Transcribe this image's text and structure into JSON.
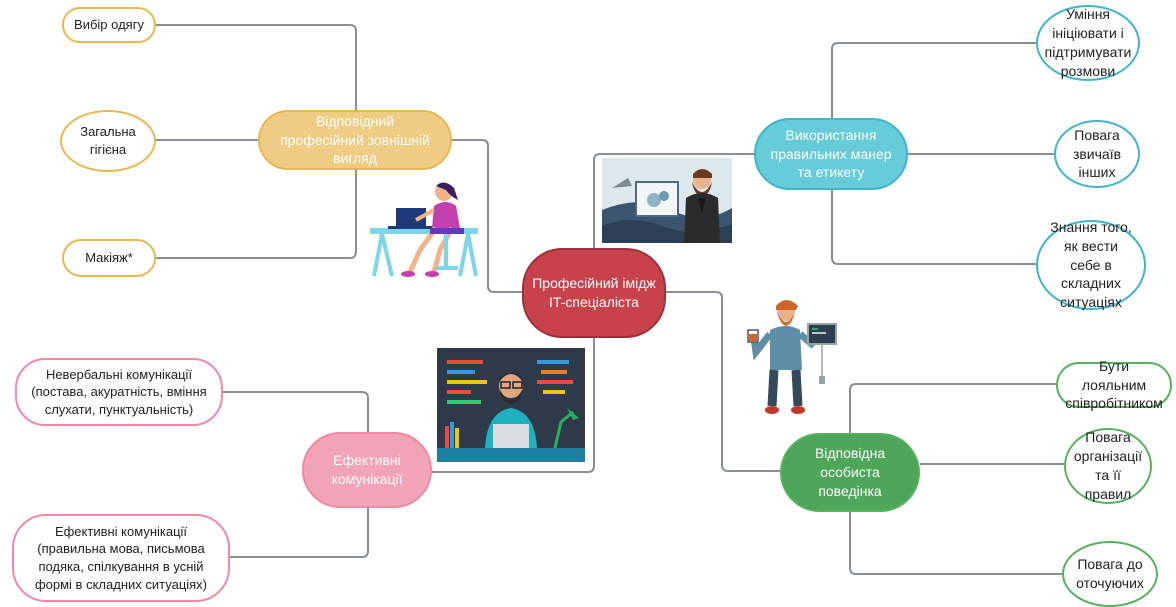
{
  "center": {
    "label": "Професійний імідж IT-спеціаліста"
  },
  "colors": {
    "center": "#c8424c",
    "appearance": "#efcc84",
    "appearance_border": "#e7b84e",
    "manners": "#66ccd9",
    "manners_border": "#3fb4cc",
    "behavior": "#4ea65a",
    "behavior_border": "#55b25e",
    "communication": "#f2a4b6",
    "communication_border": "#f08aa4",
    "line": "#8a8f95"
  },
  "branches": {
    "appearance": {
      "label": "Відповідний професійний зовнішній вигляд",
      "leaves": [
        "Вибір одягу",
        "Загальна гігієна",
        "Макіяж*"
      ]
    },
    "manners": {
      "label": "Використання правильних манер та етикету",
      "leaves": [
        "Уміння ініціювати і підтримувати розмови",
        "Повага звичаїв інших",
        "Знання того, як вести себе в складних ситуаціях"
      ]
    },
    "behavior": {
      "label": "Відповідна особиста поведінка",
      "leaves": [
        "Бути лояльним співробітником",
        "Повага організації та її правил",
        "Повага до оточуючих"
      ]
    },
    "communication": {
      "label": "Ефективні комунікації",
      "leaves": [
        "Невербальні комунікації (постава, акуратність, вміння слухати, пунктуальність)",
        "Ефективні комунікації (правильна мова, письмова подяка, спілкування в усній формі в складних ситуаціях)"
      ]
    }
  },
  "illustrations": [
    "woman-laptop-illustration",
    "bearded-man-screen-illustration",
    "man-coffee-laptop-illustration",
    "programmer-desk-illustration"
  ]
}
